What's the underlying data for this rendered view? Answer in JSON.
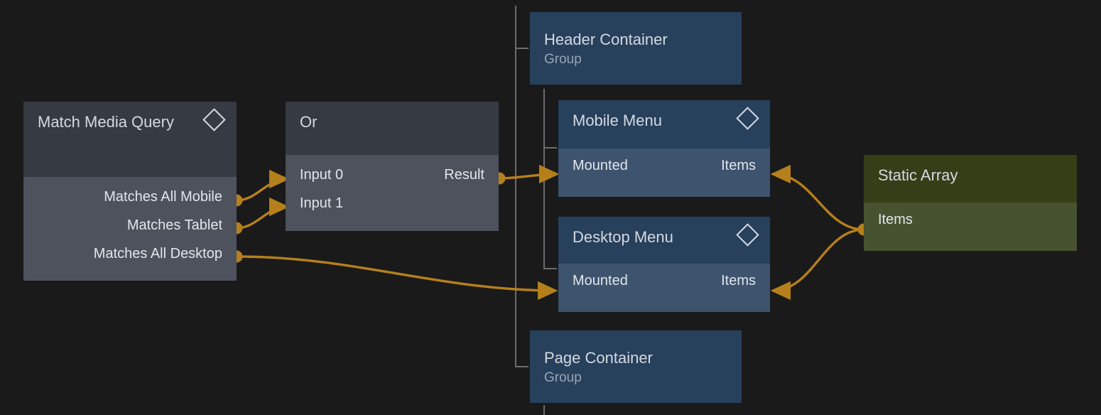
{
  "canvas": {
    "background_color": "#1a1a1a",
    "edge_color": "#b5801b",
    "tree_line_color": "#6d6d6d"
  },
  "nodes": {
    "match_media_query": {
      "title": "Match Media Query",
      "header_color": "#363a42",
      "body_color": "#4e525c",
      "badge": "diamond-glyph",
      "outputs": [
        {
          "label": "Matches All Mobile"
        },
        {
          "label": "Matches Tablet"
        },
        {
          "label": "Matches All Desktop"
        }
      ]
    },
    "or": {
      "title": "Or",
      "header_color": "#363a42",
      "body_color": "#4e525c",
      "inputs": [
        {
          "label": "Input 0"
        },
        {
          "label": "Input 1"
        }
      ],
      "outputs": [
        {
          "label": "Result"
        }
      ]
    },
    "header_container": {
      "title": "Header Container",
      "subtitle": "Group",
      "header_color": "#27405c"
    },
    "mobile_menu": {
      "title": "Mobile Menu",
      "header_color": "#27405c",
      "body_color": "#3d536e",
      "badge": "diamond-glyph",
      "input_label": "Mounted",
      "output_label": "Items"
    },
    "desktop_menu": {
      "title": "Desktop Menu",
      "header_color": "#27405c",
      "body_color": "#3d536e",
      "badge": "diamond-glyph",
      "input_label": "Mounted",
      "output_label": "Items"
    },
    "static_array": {
      "title": "Static Array",
      "header_color": "#343f18",
      "body_color": "#475330",
      "output_label": "Items"
    },
    "page_container": {
      "title": "Page Container",
      "subtitle": "Group",
      "header_color": "#27405c"
    }
  }
}
